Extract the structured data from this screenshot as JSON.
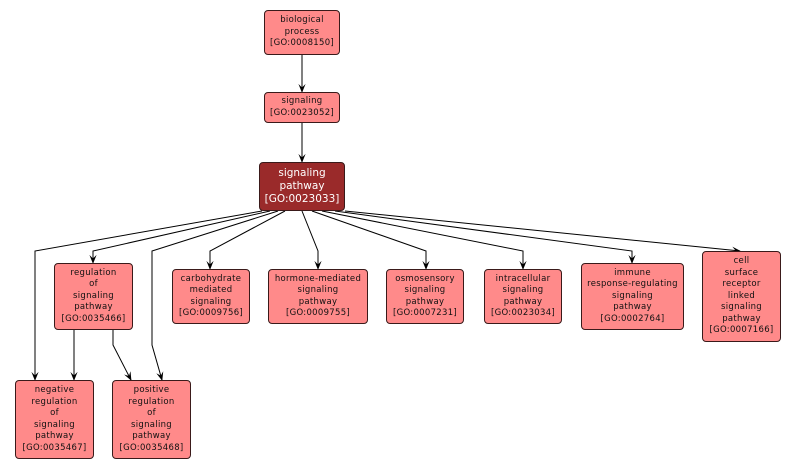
{
  "graph": {
    "title": "GO term ancestry/descendant graph for signaling pathway",
    "colors": {
      "node_fill": "#ff8a8a",
      "selected_fill": "#9a2a2a",
      "border": "#3a1a1a",
      "edge": "#000000"
    },
    "nodes": [
      {
        "id": "GO:0008150",
        "lines": [
          "biological",
          "process",
          "[GO:0008150]"
        ],
        "selected": false
      },
      {
        "id": "GO:0023052",
        "lines": [
          "signaling",
          "[GO:0023052]"
        ],
        "selected": false
      },
      {
        "id": "GO:0023033",
        "lines": [
          "signaling",
          "pathway",
          "[GO:0023033]"
        ],
        "selected": true
      },
      {
        "id": "GO:0035466",
        "lines": [
          "regulation",
          "of",
          "signaling",
          "pathway",
          "[GO:0035466]"
        ],
        "selected": false
      },
      {
        "id": "GO:0009756",
        "lines": [
          "carbohydrate",
          "mediated",
          "signaling",
          "[GO:0009756]"
        ],
        "selected": false
      },
      {
        "id": "GO:0009755",
        "lines": [
          "hormone-mediated",
          "signaling",
          "pathway",
          "[GO:0009755]"
        ],
        "selected": false
      },
      {
        "id": "GO:0007231",
        "lines": [
          "osmosensory",
          "signaling",
          "pathway",
          "[GO:0007231]"
        ],
        "selected": false
      },
      {
        "id": "GO:0023034",
        "lines": [
          "intracellular",
          "signaling",
          "pathway",
          "[GO:0023034]"
        ],
        "selected": false
      },
      {
        "id": "GO:0002764",
        "lines": [
          "immune",
          "response-regulating",
          "signaling",
          "pathway",
          "[GO:0002764]"
        ],
        "selected": false
      },
      {
        "id": "GO:0007166",
        "lines": [
          "cell",
          "surface",
          "receptor",
          "linked",
          "signaling",
          "pathway",
          "[GO:0007166]"
        ],
        "selected": false
      },
      {
        "id": "GO:0035467",
        "lines": [
          "negative",
          "regulation",
          "of",
          "signaling",
          "pathway",
          "[GO:0035467]"
        ],
        "selected": false
      },
      {
        "id": "GO:0035468",
        "lines": [
          "positive",
          "regulation",
          "of",
          "signaling",
          "pathway",
          "[GO:0035468]"
        ],
        "selected": false
      }
    ],
    "edges": [
      {
        "from": "GO:0008150",
        "to": "GO:0023052"
      },
      {
        "from": "GO:0023052",
        "to": "GO:0023033"
      },
      {
        "from": "GO:0023033",
        "to": "GO:0035466"
      },
      {
        "from": "GO:0023033",
        "to": "GO:0009756"
      },
      {
        "from": "GO:0023033",
        "to": "GO:0009755"
      },
      {
        "from": "GO:0023033",
        "to": "GO:0007231"
      },
      {
        "from": "GO:0023033",
        "to": "GO:0023034"
      },
      {
        "from": "GO:0023033",
        "to": "GO:0002764"
      },
      {
        "from": "GO:0023033",
        "to": "GO:0007166"
      },
      {
        "from": "GO:0023033",
        "to": "GO:0035467"
      },
      {
        "from": "GO:0023033",
        "to": "GO:0035468"
      },
      {
        "from": "GO:0035466",
        "to": "GO:0035467"
      },
      {
        "from": "GO:0035466",
        "to": "GO:0035468"
      }
    ]
  }
}
